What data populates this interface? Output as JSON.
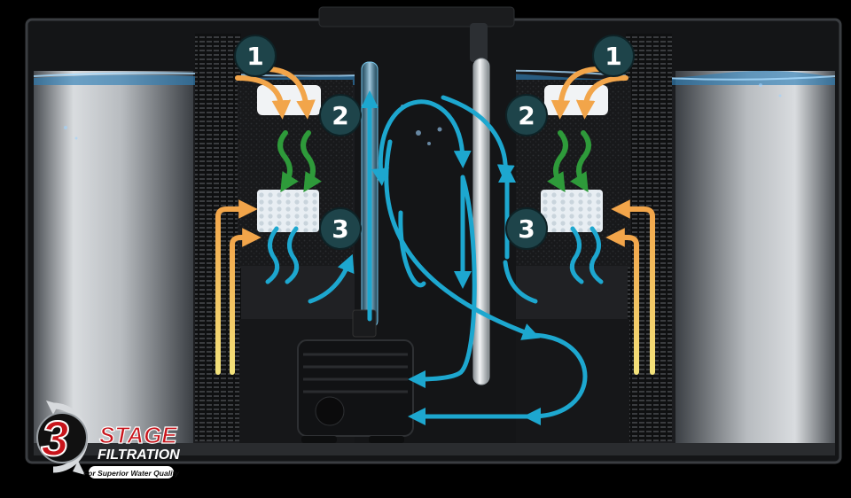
{
  "steps": [
    {
      "number": "1"
    },
    {
      "number": "2"
    },
    {
      "number": "3"
    }
  ],
  "badge": {
    "number": "3",
    "word1": "STAGE",
    "word2": "FILTRATION",
    "tagline": "For Superior Water Quality",
    "color_red": "#c8141b"
  },
  "colors": {
    "circle": "#1e444a",
    "water_flow": "#1da7cf",
    "stage1_arrow": "#f2a54a",
    "stage2_arrow": "#2e9a3a",
    "cartridge_arrow": "#f0b24e"
  }
}
